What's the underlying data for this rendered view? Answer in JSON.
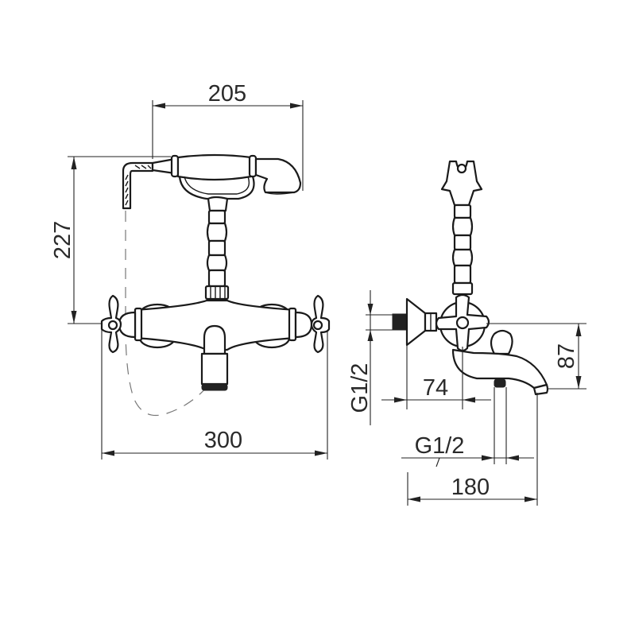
{
  "drawing": {
    "title": "Wall-mounted bath/shower mixer with hand shower - dimensional drawing",
    "units": "mm",
    "line_color": "#222222",
    "background": "#ffffff"
  },
  "front_view": {
    "dimensions": {
      "handshower_width": "205",
      "height_to_handshower": "227",
      "overall_width": "300"
    }
  },
  "side_view": {
    "dimensions": {
      "wall_connection_thread": "G1/2",
      "wall_to_center": "74",
      "center_to_spout": "87",
      "spout_outlet_thread": "G1/2",
      "overall_depth": "180"
    }
  }
}
